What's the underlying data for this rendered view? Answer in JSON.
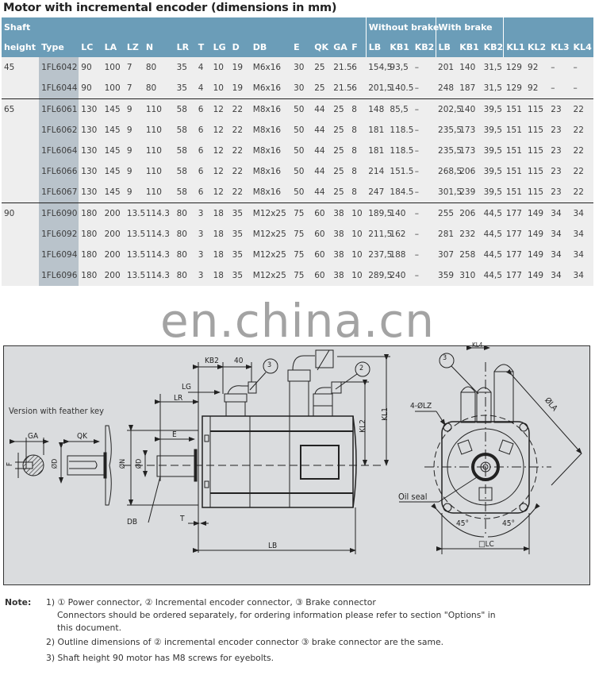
{
  "title": "Motor with incremental encoder (dimensions in mm)",
  "table": {
    "header_row1": {
      "shaft": "Shaft",
      "without_brake": "Without brake",
      "with_brake": "With brake"
    },
    "columns": [
      "height",
      "Type",
      "LC",
      "LA",
      "LZ",
      "N",
      "LR",
      "T",
      "LG",
      "D",
      "DB",
      "E",
      "QK",
      "GA",
      "F",
      "LB",
      "KB1",
      "KB2",
      "LB",
      "KB1",
      "KB2",
      "KL1",
      "KL2",
      "KL3",
      "KL4"
    ],
    "groups": [
      {
        "shaft_height": "45",
        "rows": [
          [
            "1FL6042",
            "90",
            "100",
            "7",
            "80",
            "35",
            "4",
            "10",
            "19",
            "M6x16",
            "30",
            "25",
            "21.5",
            "6",
            "154,5",
            "93,5",
            "–",
            "201",
            "140",
            "31,5",
            "129",
            "92",
            "–",
            "–"
          ],
          [
            "1FL6044",
            "90",
            "100",
            "7",
            "80",
            "35",
            "4",
            "10",
            "19",
            "M6x16",
            "30",
            "25",
            "21.5",
            "6",
            "201,5",
            "140.5",
            "–",
            "248",
            "187",
            "31,5",
            "129",
            "92",
            "–",
            "–"
          ]
        ]
      },
      {
        "shaft_height": "65",
        "rows": [
          [
            "1FL6061",
            "130",
            "145",
            "9",
            "110",
            "58",
            "6",
            "12",
            "22",
            "M8x16",
            "50",
            "44",
            "25",
            "8",
            "148",
            "85,5",
            "–",
            "202,5",
            "140",
            "39,5",
            "151",
            "115",
            "23",
            "22"
          ],
          [
            "1FL6062",
            "130",
            "145",
            "9",
            "110",
            "58",
            "6",
            "12",
            "22",
            "M8x16",
            "50",
            "44",
            "25",
            "8",
            "181",
            "118.5",
            "–",
            "235,5",
            "173",
            "39,5",
            "151",
            "115",
            "23",
            "22"
          ],
          [
            "1FL6064",
            "130",
            "145",
            "9",
            "110",
            "58",
            "6",
            "12",
            "22",
            "M8x16",
            "50",
            "44",
            "25",
            "8",
            "181",
            "118.5",
            "–",
            "235,5",
            "173",
            "39,5",
            "151",
            "115",
            "23",
            "22"
          ],
          [
            "1FL6066",
            "130",
            "145",
            "9",
            "110",
            "58",
            "6",
            "12",
            "22",
            "M8x16",
            "50",
            "44",
            "25",
            "8",
            "214",
            "151.5",
            "–",
            "268,5",
            "206",
            "39,5",
            "151",
            "115",
            "23",
            "22"
          ],
          [
            "1FL6067",
            "130",
            "145",
            "9",
            "110",
            "58",
            "6",
            "12",
            "22",
            "M8x16",
            "50",
            "44",
            "25",
            "8",
            "247",
            "184.5",
            "–",
            "301,5",
            "239",
            "39,5",
            "151",
            "115",
            "23",
            "22"
          ]
        ]
      },
      {
        "shaft_height": "90",
        "rows": [
          [
            "1FL6090",
            "180",
            "200",
            "13.5",
            "114.3",
            "80",
            "3",
            "18",
            "35",
            "M12x25",
            "75",
            "60",
            "38",
            "10",
            "189,5",
            "140",
            "–",
            "255",
            "206",
            "44,5",
            "177",
            "149",
            "34",
            "34"
          ],
          [
            "1FL6092",
            "180",
            "200",
            "13.5",
            "114.3",
            "80",
            "3",
            "18",
            "35",
            "M12x25",
            "75",
            "60",
            "38",
            "10",
            "211,5",
            "162",
            "–",
            "281",
            "232",
            "44,5",
            "177",
            "149",
            "34",
            "34"
          ],
          [
            "1FL6094",
            "180",
            "200",
            "13.5",
            "114.3",
            "80",
            "3",
            "18",
            "35",
            "M12x25",
            "75",
            "60",
            "38",
            "10",
            "237,5",
            "188",
            "–",
            "307",
            "258",
            "44,5",
            "177",
            "149",
            "34",
            "34"
          ],
          [
            "1FL6096",
            "180",
            "200",
            "13.5",
            "114.3",
            "80",
            "3",
            "18",
            "35",
            "M12x25",
            "75",
            "60",
            "38",
            "10",
            "289,5",
            "240",
            "–",
            "359",
            "310",
            "44,5",
            "177",
            "149",
            "34",
            "34"
          ]
        ]
      }
    ]
  },
  "watermark": "en.china.cn",
  "drawing": {
    "feather_key_label": "Version with feather key",
    "labels": {
      "kb2": "KB2",
      "d40": "40",
      "lg": "LG",
      "lr": "LR",
      "e": "E",
      "ga": "GA",
      "qk": "QK",
      "f": "F",
      "phi_d": "ØD",
      "phi_n": "ØN",
      "db": "DB",
      "t": "T",
      "lb": "LB",
      "kl1": "KL1",
      "kl2": "KL2",
      "kl4": "KL4",
      "lz": "4-ØLZ",
      "la": "ØLA",
      "oil_seal": "Oil seal",
      "angle_left": "45°",
      "angle_right": "45°",
      "lc": "□LC",
      "callout_2": "2",
      "callout_3": "3"
    }
  },
  "notes": {
    "label": "Note:",
    "items": [
      "1) ① Power connector, ② Incremental encoder connector, ③ Brake connector",
      "Connectors should be ordered separately, for ordering information please refer to section \"Options\" in",
      "this document.",
      "2) Outline dimensions of ② incremental encoder connector ③ brake connector are the same.",
      "3) Shaft height 90 motor has M8 screws for eyebolts."
    ]
  }
}
